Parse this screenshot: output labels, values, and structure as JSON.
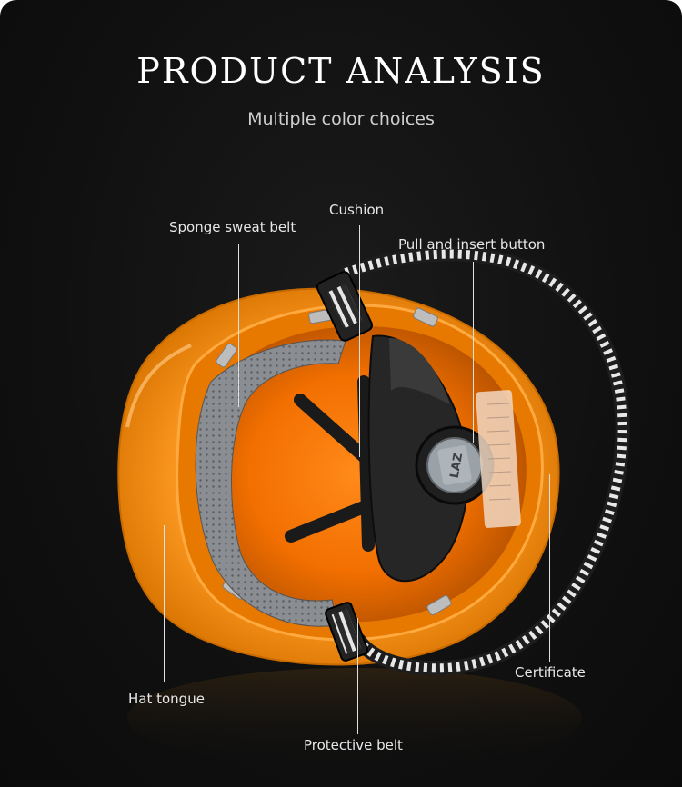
{
  "header": {
    "title": "PRODUCT ANALYSIS",
    "subtitle": "Multiple color choices"
  },
  "labels": {
    "sponge_sweat_belt": "Sponge sweat belt",
    "cushion": "Cushion",
    "pull_and_insert_button": "Pull and insert button",
    "certificate": "Certificate",
    "hat_tongue": "Hat tongue",
    "protective_belt": "Protective belt"
  },
  "product": {
    "logo_text": "LAZ",
    "shell_color": "#f7941d",
    "background_color": "#111111"
  }
}
